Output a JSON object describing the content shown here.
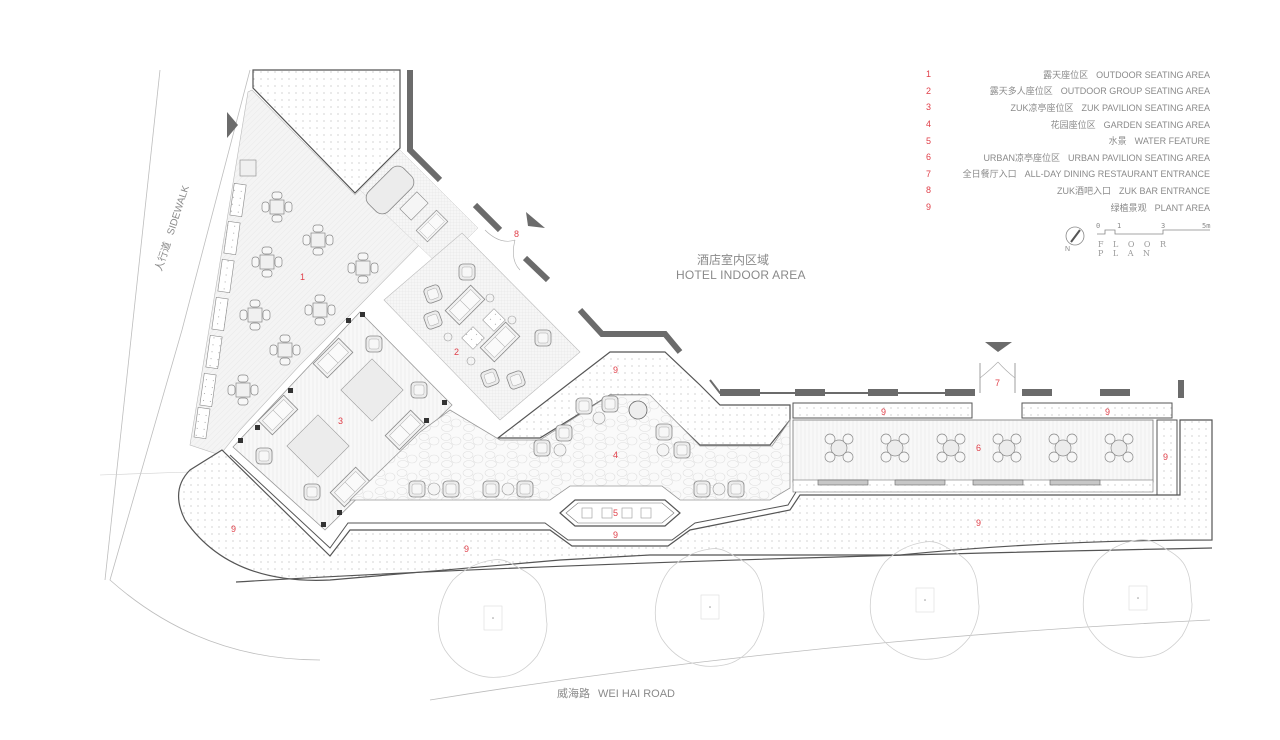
{
  "legend": {
    "items": [
      {
        "num": "1",
        "cn": "露天座位区",
        "en": "OUTDOOR SEATING AREA"
      },
      {
        "num": "2",
        "cn": "露天多人座位区",
        "en": "OUTDOOR GROUP SEATING AREA"
      },
      {
        "num": "3",
        "cn": "ZUK凉亭座位区",
        "en": "ZUK PAVILION SEATING AREA"
      },
      {
        "num": "4",
        "cn": "花园座位区",
        "en": "GARDEN SEATING AREA"
      },
      {
        "num": "5",
        "cn": "水景",
        "en": "WATER FEATURE"
      },
      {
        "num": "6",
        "cn": "URBAN凉亭座位区",
        "en": "URBAN PAVILION SEATING AREA"
      },
      {
        "num": "7",
        "cn": "全日餐厅入口",
        "en": "ALL-DAY DINING RESTAURANT ENTRANCE"
      },
      {
        "num": "8",
        "cn": "ZUK酒吧入口",
        "en": "ZUK BAR ENTRANCE"
      },
      {
        "num": "9",
        "cn": "绿植景观",
        "en": "PLANT AREA"
      }
    ]
  },
  "scale_bar": {
    "ticks": [
      "0",
      "1",
      "3",
      "5m"
    ],
    "title": "FLOOR PLAN",
    "north_label": "N"
  },
  "areas": {
    "hotel_indoor_cn": "酒店室内区域",
    "hotel_indoor_en": "HOTEL INDOOR AREA",
    "road_cn": "威海路",
    "road_en": "WEI HAI ROAD",
    "sidewalk_cn": "人行道",
    "sidewalk_en": "SIDEWALK"
  },
  "plan_labels": {
    "area1": "1",
    "area2": "2",
    "area3": "3",
    "area4": "4",
    "area5": "5",
    "area6": "6",
    "area7": "7",
    "area8": "8",
    "plant_a": "9",
    "plant_b": "9",
    "plant_c": "9",
    "plant_d": "9",
    "plant_e": "9",
    "plant_f": "9",
    "plant_g": "9",
    "plant_h": "9"
  },
  "colors": {
    "label_red": "#e0404a",
    "text_gray": "#8a8a8a",
    "wall_dark": "#6b6b6b",
    "line": "#555555"
  }
}
